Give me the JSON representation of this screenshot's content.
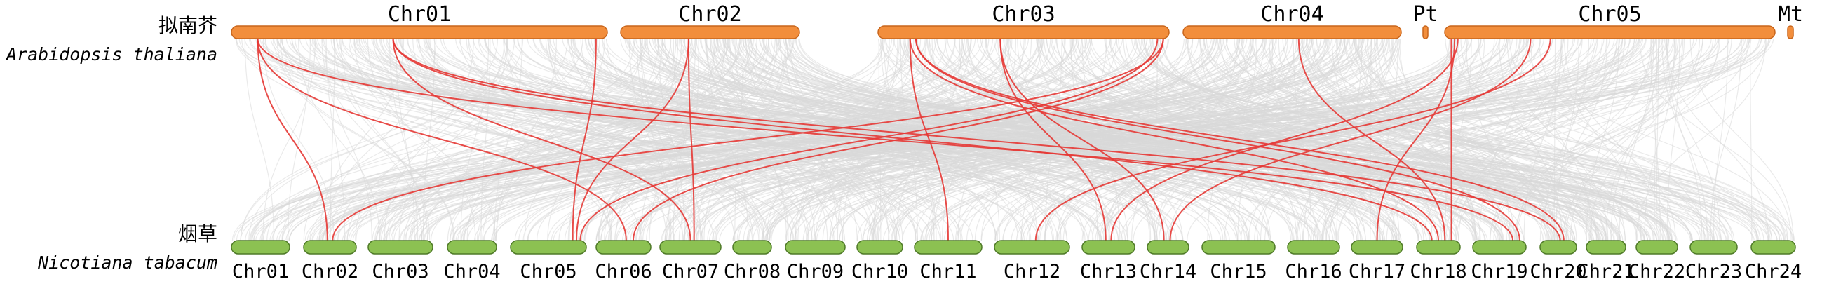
{
  "top_genome": {
    "cn_name": "拟南芥",
    "latin_name": "Arabidopsis thaliana",
    "color": "#F28E3C",
    "stroke": "#C8651B",
    "chromosomes": [
      {
        "id": "Chr01",
        "label": "Chr01"
      },
      {
        "id": "Chr02",
        "label": "Chr02"
      },
      {
        "id": "Chr03",
        "label": "Chr03"
      },
      {
        "id": "Chr04",
        "label": "Chr04"
      },
      {
        "id": "Pt",
        "label": "Pt"
      },
      {
        "id": "Chr05",
        "label": "Chr05"
      },
      {
        "id": "Mt",
        "label": "Mt"
      }
    ]
  },
  "bottom_genome": {
    "cn_name": "烟草",
    "latin_name": "Nicotiana tabacum",
    "color": "#8CC152",
    "stroke": "#4F7A28",
    "chromosomes": [
      {
        "id": "Chr01",
        "label": "Chr01"
      },
      {
        "id": "Chr02",
        "label": "Chr02"
      },
      {
        "id": "Chr03",
        "label": "Chr03"
      },
      {
        "id": "Chr04",
        "label": "Chr04"
      },
      {
        "id": "Chr05",
        "label": "Chr05"
      },
      {
        "id": "Chr06",
        "label": "Chr06"
      },
      {
        "id": "Chr07",
        "label": "Chr07"
      },
      {
        "id": "Chr08",
        "label": "Chr08"
      },
      {
        "id": "Chr09",
        "label": "Chr09"
      },
      {
        "id": "Chr10",
        "label": "Chr10"
      },
      {
        "id": "Chr11",
        "label": "Chr11"
      },
      {
        "id": "Chr12",
        "label": "Chr12"
      },
      {
        "id": "Chr13",
        "label": "Chr13"
      },
      {
        "id": "Chr14",
        "label": "Chr14"
      },
      {
        "id": "Chr15",
        "label": "Chr15"
      },
      {
        "id": "Chr16",
        "label": "Chr16"
      },
      {
        "id": "Chr17",
        "label": "Chr17"
      },
      {
        "id": "Chr18",
        "label": "Chr18"
      },
      {
        "id": "Chr19",
        "label": "Chr19"
      },
      {
        "id": "Chr20",
        "label": "Chr20"
      },
      {
        "id": "Chr21",
        "label": "Chr21"
      },
      {
        "id": "Chr22",
        "label": "Chr22"
      },
      {
        "id": "Chr23",
        "label": "Chr23"
      },
      {
        "id": "Chr24",
        "label": "Chr24"
      }
    ]
  },
  "colors": {
    "background_links": "#D9D9D9",
    "highlight_links": "#E53935"
  },
  "highlighted_links": [
    {
      "top": "Chr01",
      "bottom": "Chr02"
    },
    {
      "top": "Chr01",
      "bottom": "Chr06"
    },
    {
      "top": "Chr01",
      "bottom": "Chr07"
    },
    {
      "top": "Chr01",
      "bottom": "Chr18"
    },
    {
      "top": "Chr01",
      "bottom": "Chr19"
    },
    {
      "top": "Chr01",
      "bottom": "Chr20"
    },
    {
      "top": "Chr01",
      "bottom": "Chr05"
    },
    {
      "top": "Chr02",
      "bottom": "Chr07"
    },
    {
      "top": "Chr02",
      "bottom": "Chr05"
    },
    {
      "top": "Chr03",
      "bottom": "Chr11"
    },
    {
      "top": "Chr03",
      "bottom": "Chr02"
    },
    {
      "top": "Chr03",
      "bottom": "Chr06"
    },
    {
      "top": "Chr03",
      "bottom": "Chr05"
    },
    {
      "top": "Chr03",
      "bottom": "Chr13"
    },
    {
      "top": "Chr03",
      "bottom": "Chr14"
    },
    {
      "top": "Chr03",
      "bottom": "Chr18"
    },
    {
      "top": "Chr03",
      "bottom": "Chr19"
    },
    {
      "top": "Chr03",
      "bottom": "Chr20"
    },
    {
      "top": "Chr04",
      "bottom": "Chr18"
    },
    {
      "top": "Chr05",
      "bottom": "Chr12"
    },
    {
      "top": "Chr05",
      "bottom": "Chr13"
    },
    {
      "top": "Chr05",
      "bottom": "Chr14"
    },
    {
      "top": "Chr05",
      "bottom": "Chr17"
    },
    {
      "top": "Chr05",
      "bottom": "Chr18"
    }
  ]
}
